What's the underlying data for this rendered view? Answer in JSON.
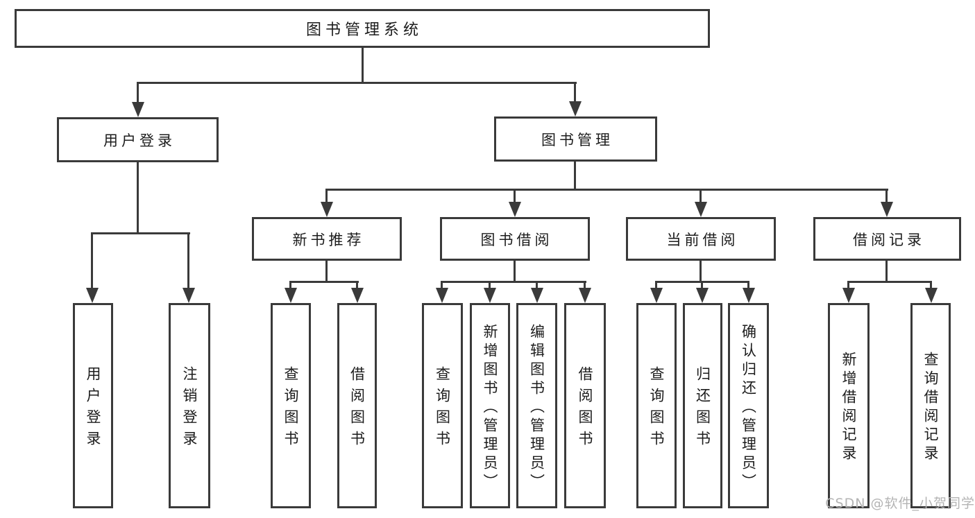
{
  "colors": {
    "line": "#3a3a3a",
    "text": "#1c1c1c",
    "background": "#ffffff",
    "watermark": "#b4b4b4"
  },
  "watermark": "CSDN @软件_小贺同学",
  "tree": {
    "root": {
      "label": "图书管理系统"
    },
    "branches": [
      {
        "label": "用户登录",
        "children": [
          {
            "label": "用户登录"
          },
          {
            "label": "注销登录"
          }
        ]
      },
      {
        "label": "图书管理",
        "children": [
          {
            "label": "新书推荐",
            "children": [
              {
                "label": "查询图书"
              },
              {
                "label": "借阅图书"
              }
            ]
          },
          {
            "label": "图书借阅",
            "children": [
              {
                "label": "查询图书"
              },
              {
                "label": "新增图书（管理员）"
              },
              {
                "label": "编辑图书（管理员）"
              },
              {
                "label": "借阅图书"
              }
            ]
          },
          {
            "label": "当前借阅",
            "children": [
              {
                "label": "查询图书"
              },
              {
                "label": "归还图书"
              },
              {
                "label": "确认归还（管理员）"
              }
            ]
          },
          {
            "label": "借阅记录",
            "children": [
              {
                "label": "新增借阅记录"
              },
              {
                "label": "查询借阅记录"
              }
            ]
          }
        ]
      }
    ]
  }
}
